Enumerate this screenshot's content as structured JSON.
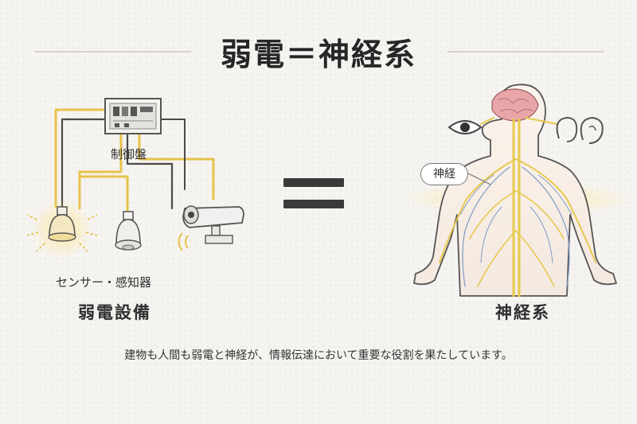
{
  "title": "弱電＝神経系",
  "left": {
    "panel_label": "制御盤",
    "sensor_label": "センサー・感知器",
    "section_label": "弱電設備"
  },
  "right": {
    "nerve_label": "神経",
    "section_label": "神経系"
  },
  "caption": "建物も人間も弱電と神経が、情報伝達において重要な役割を果たしています。",
  "colors": {
    "wire_yellow": "#e6c24a",
    "wire_dark": "#4a4a4a",
    "nerve_yellow": "#e7c94f",
    "nerve_blue": "#7f9bc4",
    "brain_pink": "#e9a6a9"
  }
}
